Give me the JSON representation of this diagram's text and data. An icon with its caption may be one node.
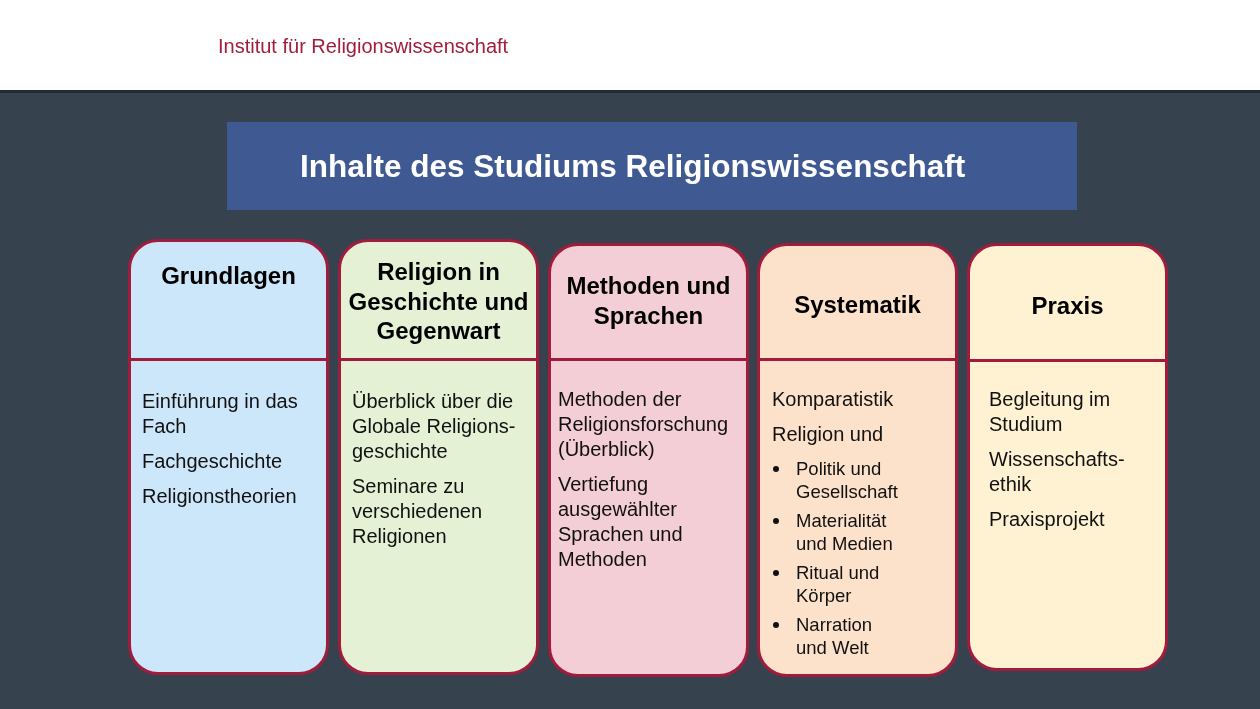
{
  "diagram": {
    "title": "Inhalte des Studiums Religionswissenschaft",
    "nodes": [
      {
        "text": [
          "Grundlagen",
          "Einführung in das Fach",
          "Fachgeschichte",
          "Religionstheorien"
        ]
      },
      {
        "text": [
          "Religion in Geschichte und Gegenwart",
          "Überblick über die Globale Religions-geschichte",
          "Seminare zu verschiedenen Religionen"
        ]
      },
      {
        "text": [
          "Methoden und Sprachen",
          "Methoden der Religionsforschung (Überblick)",
          "Vertiefung ausgewählter Sprachen und Methoden"
        ]
      },
      {
        "text": [
          "Systematik",
          "Komparatistik",
          "Religion und",
          "Politik und Gesellschaft",
          "Materialität und Medien",
          "Ritual und Körper",
          "Narration und Welt"
        ]
      },
      {
        "text": [
          "Praxis",
          "Begleitung im Studium",
          "Wissenschafts-ethik",
          "Praxisprojekt"
        ]
      }
    ],
    "labels": [
      "Institut für Religionswissenschaft"
    ]
  }
}
